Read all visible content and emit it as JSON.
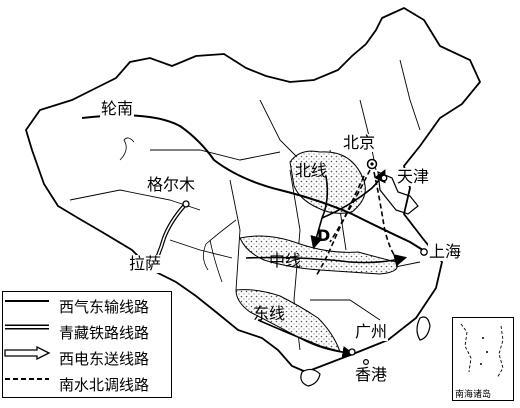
{
  "cities": {
    "lunnan": "轮南",
    "geermu": "格尔木",
    "lasa": "拉萨",
    "beijing": "北京",
    "tianjin": "天津",
    "shanghai": "上海",
    "guangzhou": "广州",
    "xianggang": "香港"
  },
  "routes": {
    "north": "北线",
    "middle": "中线",
    "south": "东线"
  },
  "point_label": "D",
  "legend": {
    "items": [
      {
        "label": "西气东输线路",
        "icon": "solid-line"
      },
      {
        "label": "青藏铁路线路",
        "icon": "double-line"
      },
      {
        "label": "西电东送线路",
        "icon": "hollow-arrow"
      },
      {
        "label": "南水北调线路",
        "icon": "dashed-line"
      }
    ]
  },
  "inset_label": "南海诸岛"
}
